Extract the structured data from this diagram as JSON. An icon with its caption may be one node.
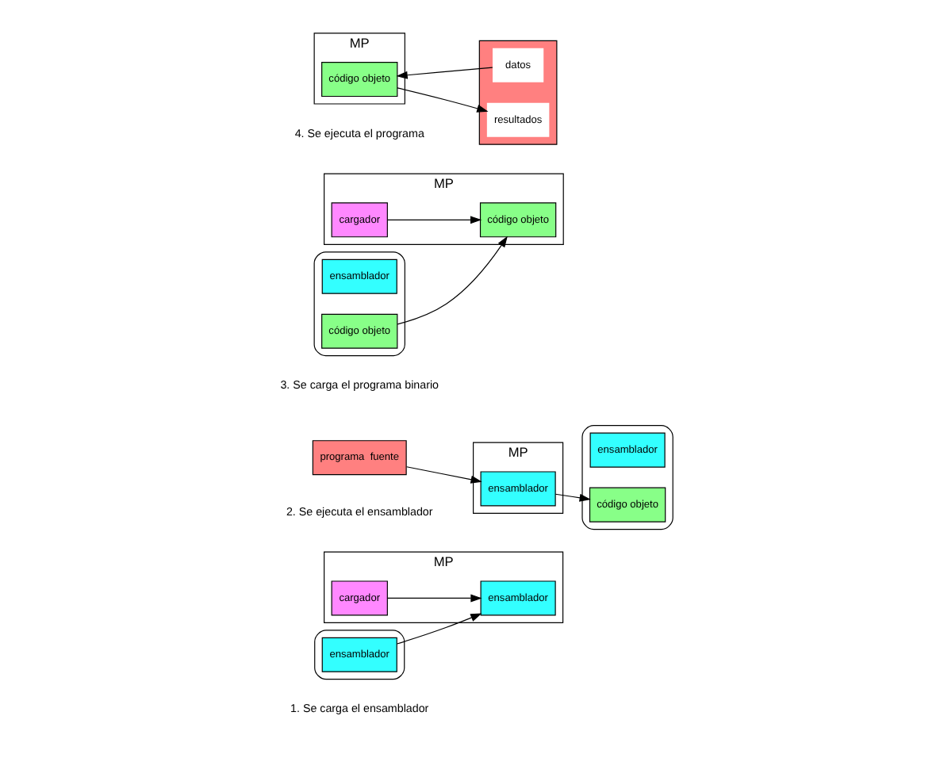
{
  "diagram": {
    "nodes": [
      {
        "text": [
          "MP"
        ]
      },
      {
        "text": [
          "ensamblador"
        ],
        "in": 0
      },
      {
        "text": [
          "cargador"
        ],
        "in": 0
      },
      {
        "text": [],
        "shape": "cylinder"
      },
      {
        "text": [
          "ensamblador"
        ],
        "in": 3
      },
      {
        "text": [
          "MP"
        ]
      },
      {
        "text": [
          "ensamblador"
        ],
        "in": 5
      },
      {
        "text": [
          "programa  fuente"
        ]
      },
      {
        "text": [],
        "shape": "cylinder"
      },
      {
        "text": [
          "ensamblador"
        ],
        "in": 8
      },
      {
        "text": [
          "código objeto"
        ],
        "in": 8
      },
      {
        "text": [
          "MP"
        ]
      },
      {
        "text": [
          "código objeto"
        ],
        "in": 11
      },
      {
        "text": [
          "cargador"
        ],
        "in": 11
      },
      {
        "text": [],
        "shape": "cylinder"
      },
      {
        "text": [
          "ensamblador"
        ],
        "in": 14
      },
      {
        "text": [
          "código objeto"
        ],
        "in": 14
      },
      {
        "text": [
          "MP"
        ]
      },
      {
        "text": [
          "código objeto"
        ],
        "in": 17
      },
      {
        "text": [],
        "shape": "box"
      },
      {
        "text": [
          "datos"
        ],
        "in": 19
      },
      {
        "text": [
          "resultados"
        ],
        "in": 19
      }
    ],
    "edges": [
      {
        "from": 4,
        "to": 1,
        "arrow": "to"
      },
      {
        "from": 2,
        "to": 1,
        "arrow": "to"
      },
      {
        "from": 7,
        "to": 6,
        "arrow": "to"
      },
      {
        "from": 6,
        "to": 10,
        "arrow": "to"
      },
      {
        "from": 16,
        "to": 12,
        "arrow": "to"
      },
      {
        "from": 13,
        "to": 12,
        "arrow": "to"
      },
      {
        "from": 20,
        "to": 18,
        "arrow": "to"
      },
      {
        "from": 18,
        "to": 21,
        "arrow": "to"
      }
    ],
    "labels": [
      "1. Se carga el ensamblador",
      "2. Se ejecuta el ensamblador",
      "3. Se carga el programa binario",
      "4. Se ejecuta el programa"
    ]
  }
}
